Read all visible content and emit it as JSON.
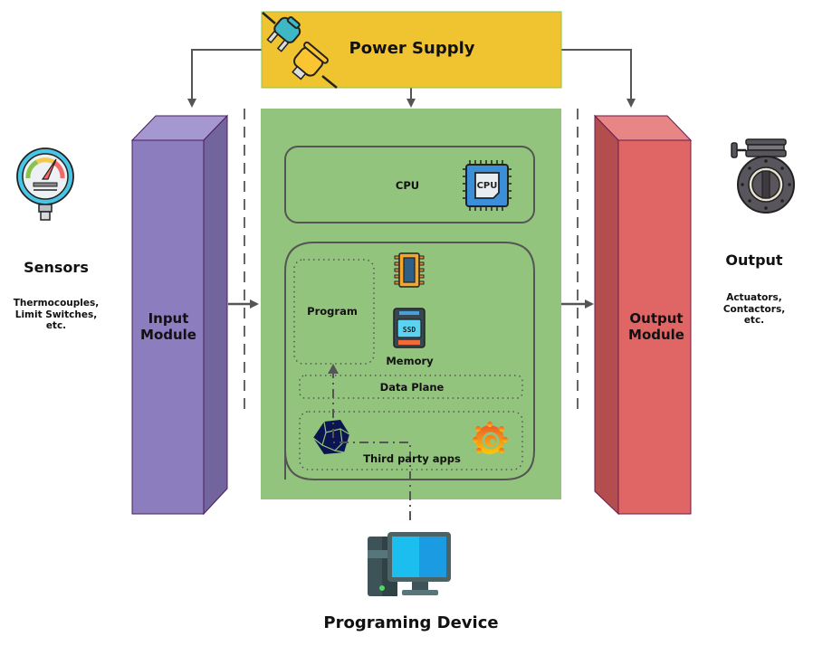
{
  "diagram": {
    "title": "PLC Architecture",
    "power_supply": {
      "label": "Power Supply",
      "icon": "plug-icon",
      "color": "#F0C330"
    },
    "sensors": {
      "title": "Sensors",
      "subtitle_lines": [
        "Thermocouples,",
        "Limit Switches,",
        "etc."
      ],
      "icon": "pressure-gauge-icon"
    },
    "input_module": {
      "label_lines": [
        "Input",
        "Module"
      ],
      "color": "#8C7DBF"
    },
    "controller": {
      "color": "#93C47D",
      "cpu": {
        "label": "CPU",
        "chip_text": "CPU",
        "icon": "cpu-chip-icon"
      },
      "memory": {
        "label": "Memory",
        "program_label": "Program",
        "ssd_text": "SSD",
        "icons": [
          "ram-chip-icon",
          "ssd-icon"
        ]
      },
      "data_plane": {
        "label": "Data Plane"
      },
      "third_party_apps": {
        "label": "Third party apps",
        "icons": [
          "dodecahedron-app-icon",
          "grafana-icon"
        ]
      }
    },
    "output_module": {
      "label_lines": [
        "Output",
        "Module"
      ],
      "color": "#E06666"
    },
    "output": {
      "title": "Output",
      "subtitle_lines": [
        "Actuators,",
        "Contactors,",
        "etc."
      ],
      "icon": "valve-icon"
    },
    "programming_device": {
      "label": "Programing Device",
      "icon": "desktop-computer-icon"
    }
  }
}
